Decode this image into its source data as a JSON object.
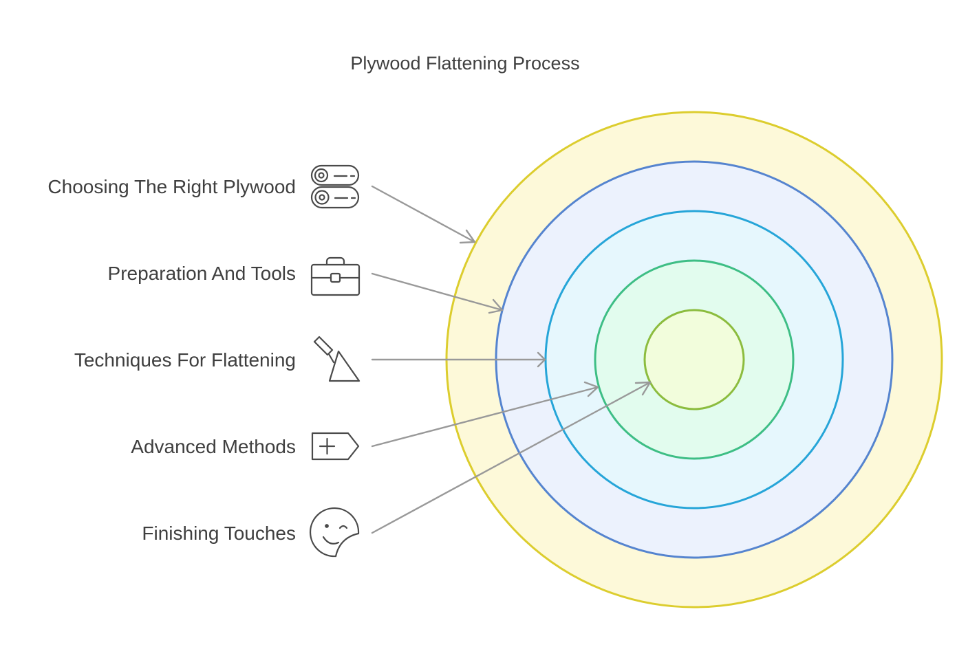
{
  "title": "Plywood Flattening Process",
  "rings": [
    {
      "fill": "#fdf9d9",
      "stroke": "#dccd2e"
    },
    {
      "fill": "#ecf2fd",
      "stroke": "#5584cf"
    },
    {
      "fill": "#e6f7fd",
      "stroke": "#26a5d8"
    },
    {
      "fill": "#e2fcee",
      "stroke": "#3ebe85"
    },
    {
      "fill": "#f2fddc",
      "stroke": "#8cbc3e"
    }
  ],
  "items": [
    {
      "label": "Choosing The Right Plywood",
      "icon": "logs-icon"
    },
    {
      "label": "Preparation And Tools",
      "icon": "toolbox-icon"
    },
    {
      "label": "Techniques For Flattening",
      "icon": "trowel-icon"
    },
    {
      "label": "Advanced Methods",
      "icon": "plus-tag-icon"
    },
    {
      "label": "Finishing Touches",
      "icon": "smiley-sticker-icon"
    }
  ]
}
